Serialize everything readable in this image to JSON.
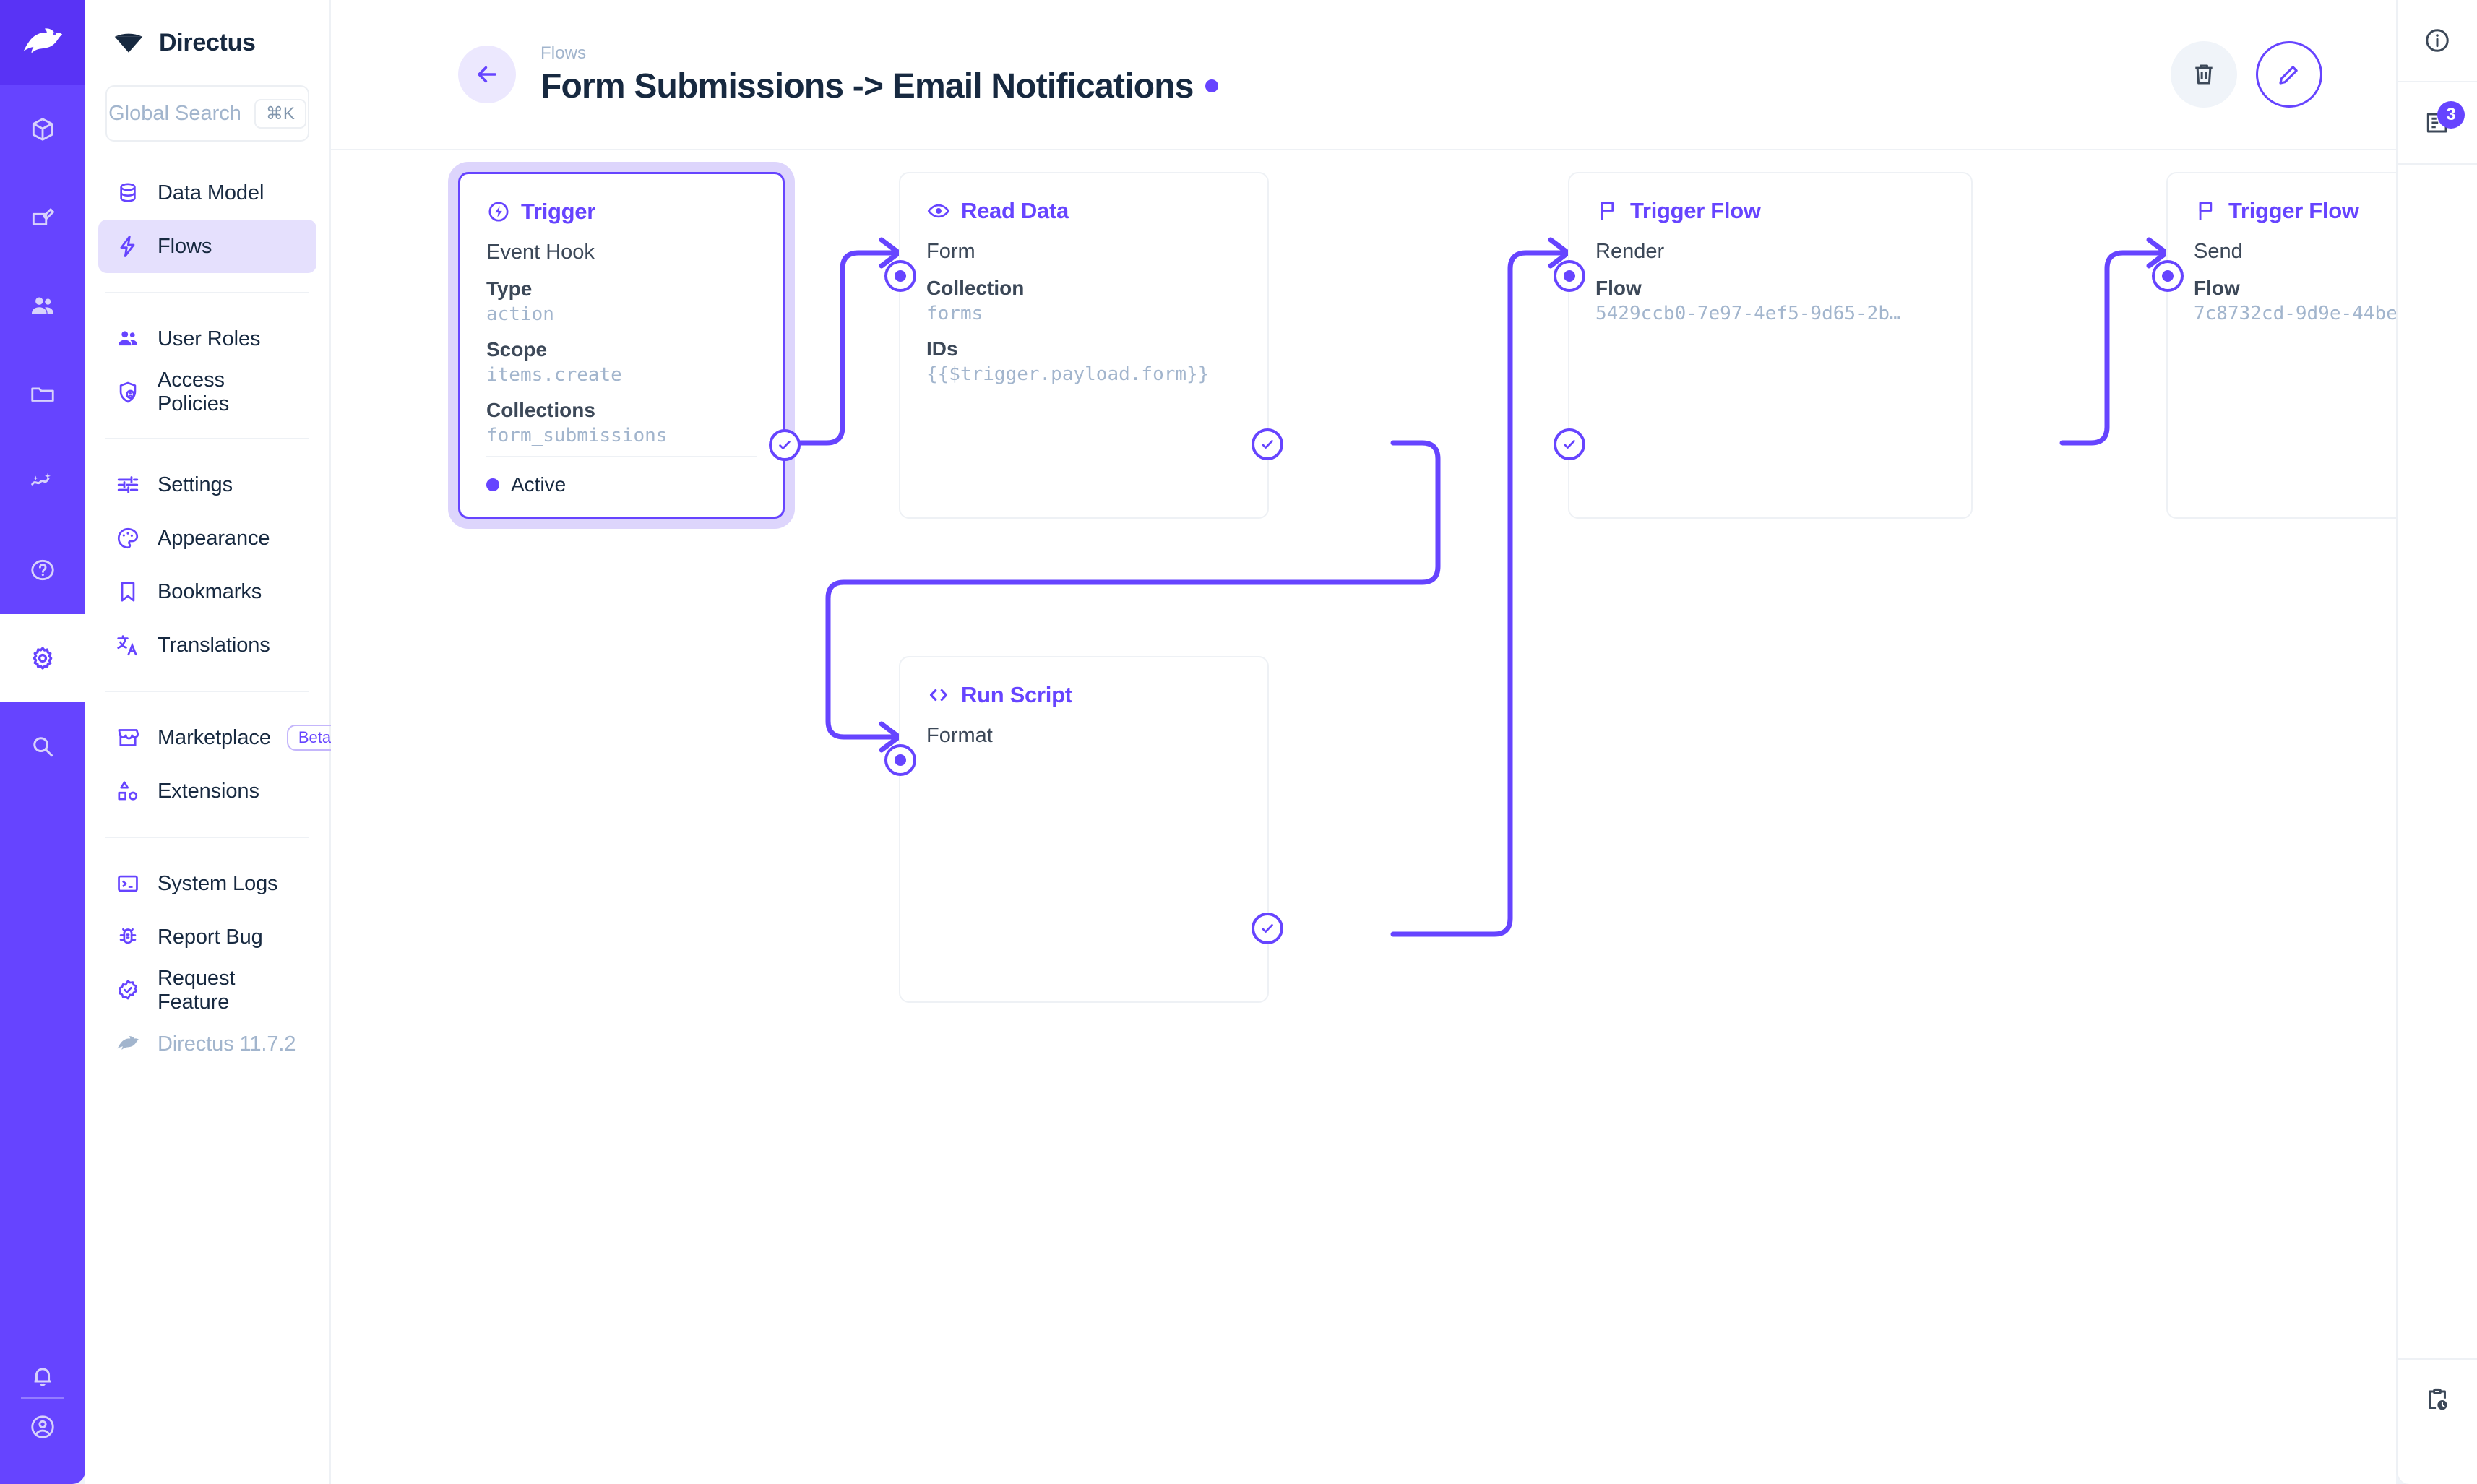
{
  "brand": {
    "name": "Directus",
    "logo_icon": "directus-rabbit-logo"
  },
  "module_rail": {
    "items": [
      {
        "icon": "box-icon",
        "name": "content"
      },
      {
        "icon": "edit-box-icon",
        "name": "editor"
      },
      {
        "icon": "users-icon",
        "name": "users"
      },
      {
        "icon": "folder-icon",
        "name": "files"
      },
      {
        "icon": "insights-trend-icon",
        "name": "insights"
      },
      {
        "icon": "question-circle-icon",
        "name": "help"
      },
      {
        "icon": "gear-icon",
        "name": "settings",
        "active": true
      },
      {
        "icon": "search-icon",
        "name": "search"
      }
    ],
    "bottom": [
      {
        "icon": "bell-icon",
        "name": "notifications"
      },
      {
        "icon": "account-circle-icon",
        "name": "account"
      }
    ]
  },
  "search": {
    "placeholder": "Global Search",
    "shortcut": "⌘K"
  },
  "sidebar": {
    "groups": [
      {
        "items": [
          {
            "label": "Data Model",
            "icon": "database-icon",
            "selected": false
          },
          {
            "label": "Flows",
            "icon": "bolt-icon",
            "selected": true
          }
        ]
      },
      {
        "items": [
          {
            "label": "User Roles",
            "icon": "users-icon",
            "selected": false
          },
          {
            "label": "Access Policies",
            "icon": "shield-person-icon",
            "selected": false
          }
        ]
      },
      {
        "items": [
          {
            "label": "Settings",
            "icon": "sliders-icon",
            "selected": false
          },
          {
            "label": "Appearance",
            "icon": "palette-icon",
            "selected": false
          },
          {
            "label": "Bookmarks",
            "icon": "bookmark-icon",
            "selected": false
          },
          {
            "label": "Translations",
            "icon": "translate-icon",
            "selected": false
          }
        ]
      },
      {
        "items": [
          {
            "label": "Marketplace",
            "icon": "storefront-icon",
            "selected": false,
            "badge": "Beta"
          },
          {
            "label": "Extensions",
            "icon": "shapes-icon",
            "selected": false
          }
        ]
      },
      {
        "items": [
          {
            "label": "System Logs",
            "icon": "terminal-icon",
            "selected": false
          },
          {
            "label": "Report Bug",
            "icon": "bug-icon",
            "selected": false
          },
          {
            "label": "Request Feature",
            "icon": "badge-check-icon",
            "selected": false
          },
          {
            "label": "Directus 11.7.2",
            "icon": "directus-rabbit-logo",
            "selected": false,
            "muted": true
          }
        ]
      }
    ]
  },
  "header": {
    "breadcrumb": "Flows",
    "title": "Form Submissions -> Email Notifications",
    "back_icon": "arrow-left-icon",
    "delete_icon": "trash-icon",
    "edit_icon": "pencil-icon"
  },
  "right_rail": {
    "info_icon": "info-circle-icon",
    "logs_icon": "logs-list-icon",
    "logs_badge": "3",
    "history_icon": "clipboard-clock-icon"
  },
  "accent": {
    "primary": "#6644ff",
    "selection_ring": "#ddd5fc",
    "text_dark": "#172940",
    "text_muted": "#a2b5cd",
    "border": "#eef1f5"
  },
  "flow": {
    "nodes": [
      {
        "id": "trigger",
        "type_label": "Trigger",
        "type_icon": "bolt-circle-icon",
        "name": "Event Hook",
        "selected": true,
        "fields": [
          {
            "label": "Type",
            "value": "action"
          },
          {
            "label": "Scope",
            "value": "items.create"
          },
          {
            "label": "Collections",
            "value": "form_submissions"
          }
        ],
        "status": "Active"
      },
      {
        "id": "read-data",
        "type_label": "Read Data",
        "type_icon": "eye-icon",
        "name": "Form",
        "selected": false,
        "fields": [
          {
            "label": "Collection",
            "value": "forms"
          },
          {
            "label": "IDs",
            "value": "{{$trigger.payload.form}}"
          }
        ]
      },
      {
        "id": "run-script",
        "type_label": "Run Script",
        "type_icon": "code-brackets-icon",
        "name": "Format",
        "selected": false,
        "fields": []
      },
      {
        "id": "trigger-flow-render",
        "type_label": "Trigger Flow",
        "type_icon": "flag-icon",
        "name": "Render",
        "selected": false,
        "fields": [
          {
            "label": "Flow",
            "value": "5429ccb0-7e97-4ef5-9d65-2b…"
          }
        ]
      },
      {
        "id": "trigger-flow-send",
        "type_label": "Trigger Flow",
        "type_icon": "flag-icon",
        "name": "Send",
        "selected": false,
        "fields": [
          {
            "label": "Flow",
            "value": "7c8732cd-9d9e-44be"
          }
        ]
      }
    ]
  }
}
